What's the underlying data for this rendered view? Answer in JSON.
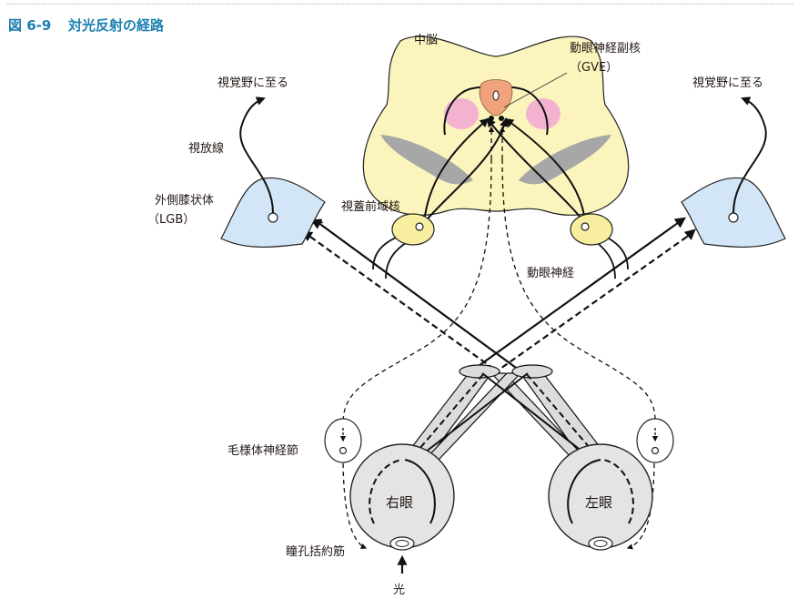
{
  "figure": {
    "number": "図 6-9",
    "title": "対光反射の経路"
  },
  "labels": {
    "midbrain": "中脳",
    "oculomotor_accessory_nucleus": "動眼神経副核",
    "gve": "（GVE）",
    "to_visual_cortex_left": "視覚野に至る",
    "to_visual_cortex_right": "視覚野に至る",
    "optic_radiation": "視放線",
    "lgb": "外側膝状体",
    "lgb_abbr": "（LGB）",
    "pretectal_nucleus": "視蓋前域核",
    "oculomotor_nerve": "動眼神経",
    "ciliary_ganglion": "毛様体神経節",
    "right_eye": "右眼",
    "left_eye": "左眼",
    "sphincter_pupillae": "瞳孔括約筋",
    "light": "光"
  },
  "colors": {
    "title": "#1b7fb0",
    "midbrain_fill": "#fbf4bd",
    "nucleus_fill": "#f0a27a",
    "red_nucleus_fill": "#f3b3d0",
    "lgb_fill": "#d2e6f7",
    "pretectal_fill": "#f7eea0",
    "eye_fill": "#e4e4e4",
    "tract_fill": "#dcdcdc",
    "gray_band": "#a7a7a7"
  },
  "icons": [
    "arrow-up-icon",
    "arrowhead-icon"
  ]
}
